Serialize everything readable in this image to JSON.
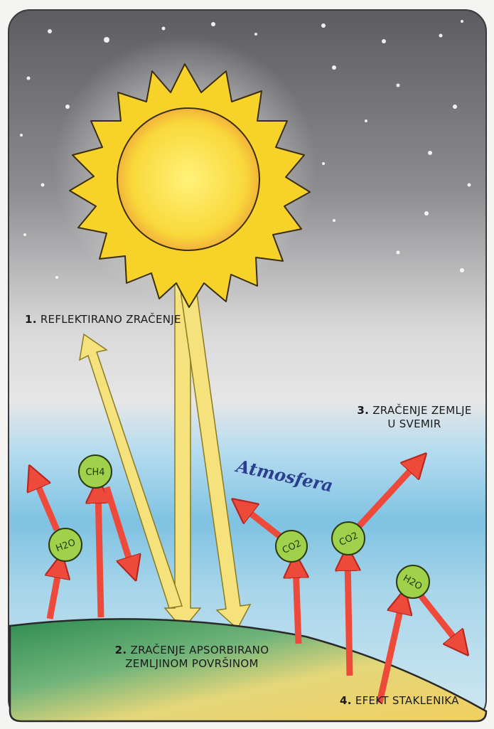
{
  "labels": {
    "label1_num": "1.",
    "label1_text": "REFLEKTIRANO ZRAČENJE",
    "label2_num": "2.",
    "label2_line1": "ZRAČENJE APSORBIRANO",
    "label2_line2": "ZEMLJINOM POVRŠINOM",
    "label3_num": "3.",
    "label3_line1": "ZRAČENJE ZEMLJE",
    "label3_line2": "U SVEMIR",
    "label4_num": "4.",
    "label4_text": "EFEKT STAKLENIKA",
    "atmosphere": "Atmosfera"
  },
  "molecules": {
    "ch4": "CH4",
    "h2o_left": "H2O",
    "co2_center": "CO2",
    "co2_right": "CO2",
    "h2o_right": "H2O"
  },
  "colors": {
    "sky_top": "#5e5e62",
    "sky_mid": "#d8d8d8",
    "atmosphere_blue": "#7cc0e0",
    "sun_yellow": "#f7d32a",
    "sun_core": "#fbe15a",
    "beam_yellow": "#f6e27c",
    "arrow_red": "#ee4a3c",
    "molecule_green": "#9fd24a",
    "earth_green": "#3f9a55",
    "earth_yellow": "#ecd574"
  }
}
